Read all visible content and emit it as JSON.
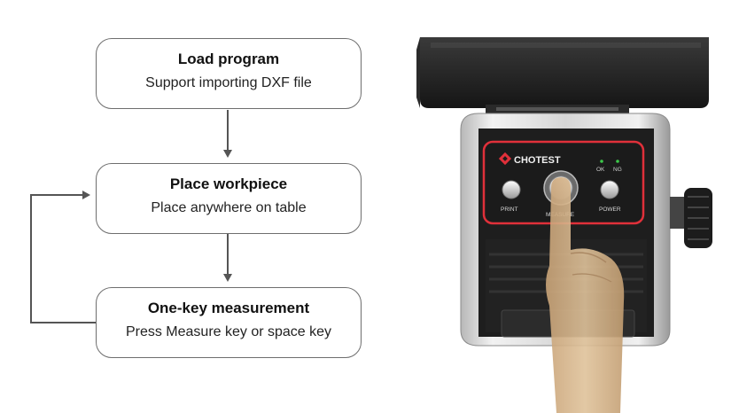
{
  "flow": {
    "steps": [
      {
        "title": "Load program",
        "desc": "Support importing DXF file"
      },
      {
        "title": "Place workpiece",
        "desc": "Place anywhere on table"
      },
      {
        "title": "One-key measurement",
        "desc": "Press Measure key or space key"
      }
    ]
  },
  "device": {
    "brand": "CHOTEST",
    "indicators": {
      "ok": "OK",
      "ng": "NG"
    },
    "buttons": {
      "print": "PRINT",
      "measure": "MEASURE",
      "power": "POWER"
    },
    "colors": {
      "panel_border": "#e0303a",
      "indicator": "#3cc84a",
      "hand": "#d9b98f"
    }
  }
}
